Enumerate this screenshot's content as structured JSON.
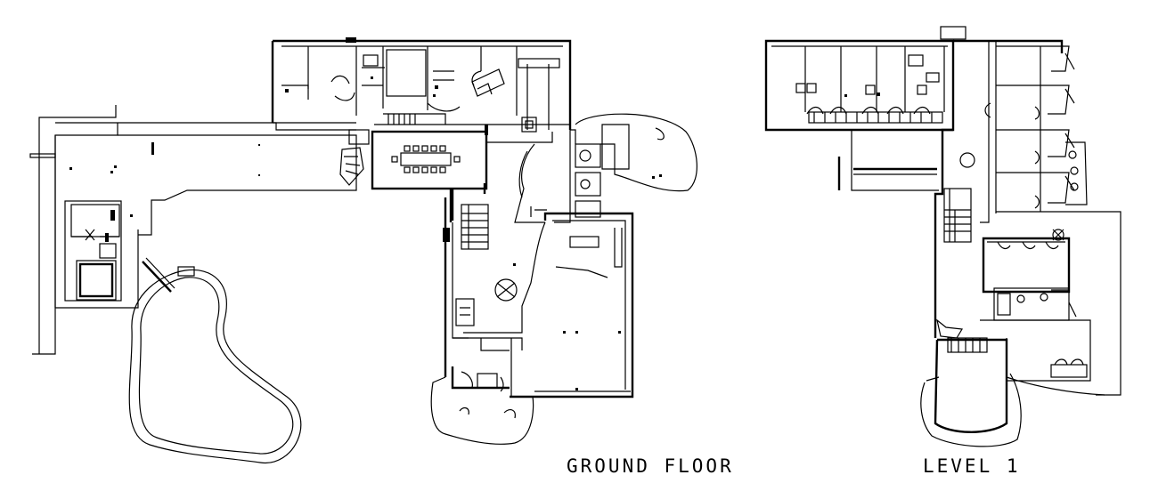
{
  "drawing": {
    "plans": [
      {
        "id": "ground-floor",
        "label": "GROUND FLOOR"
      },
      {
        "id": "level-1",
        "label": "LEVEL 1"
      }
    ],
    "line_color": "#000000",
    "background": "#ffffff"
  }
}
